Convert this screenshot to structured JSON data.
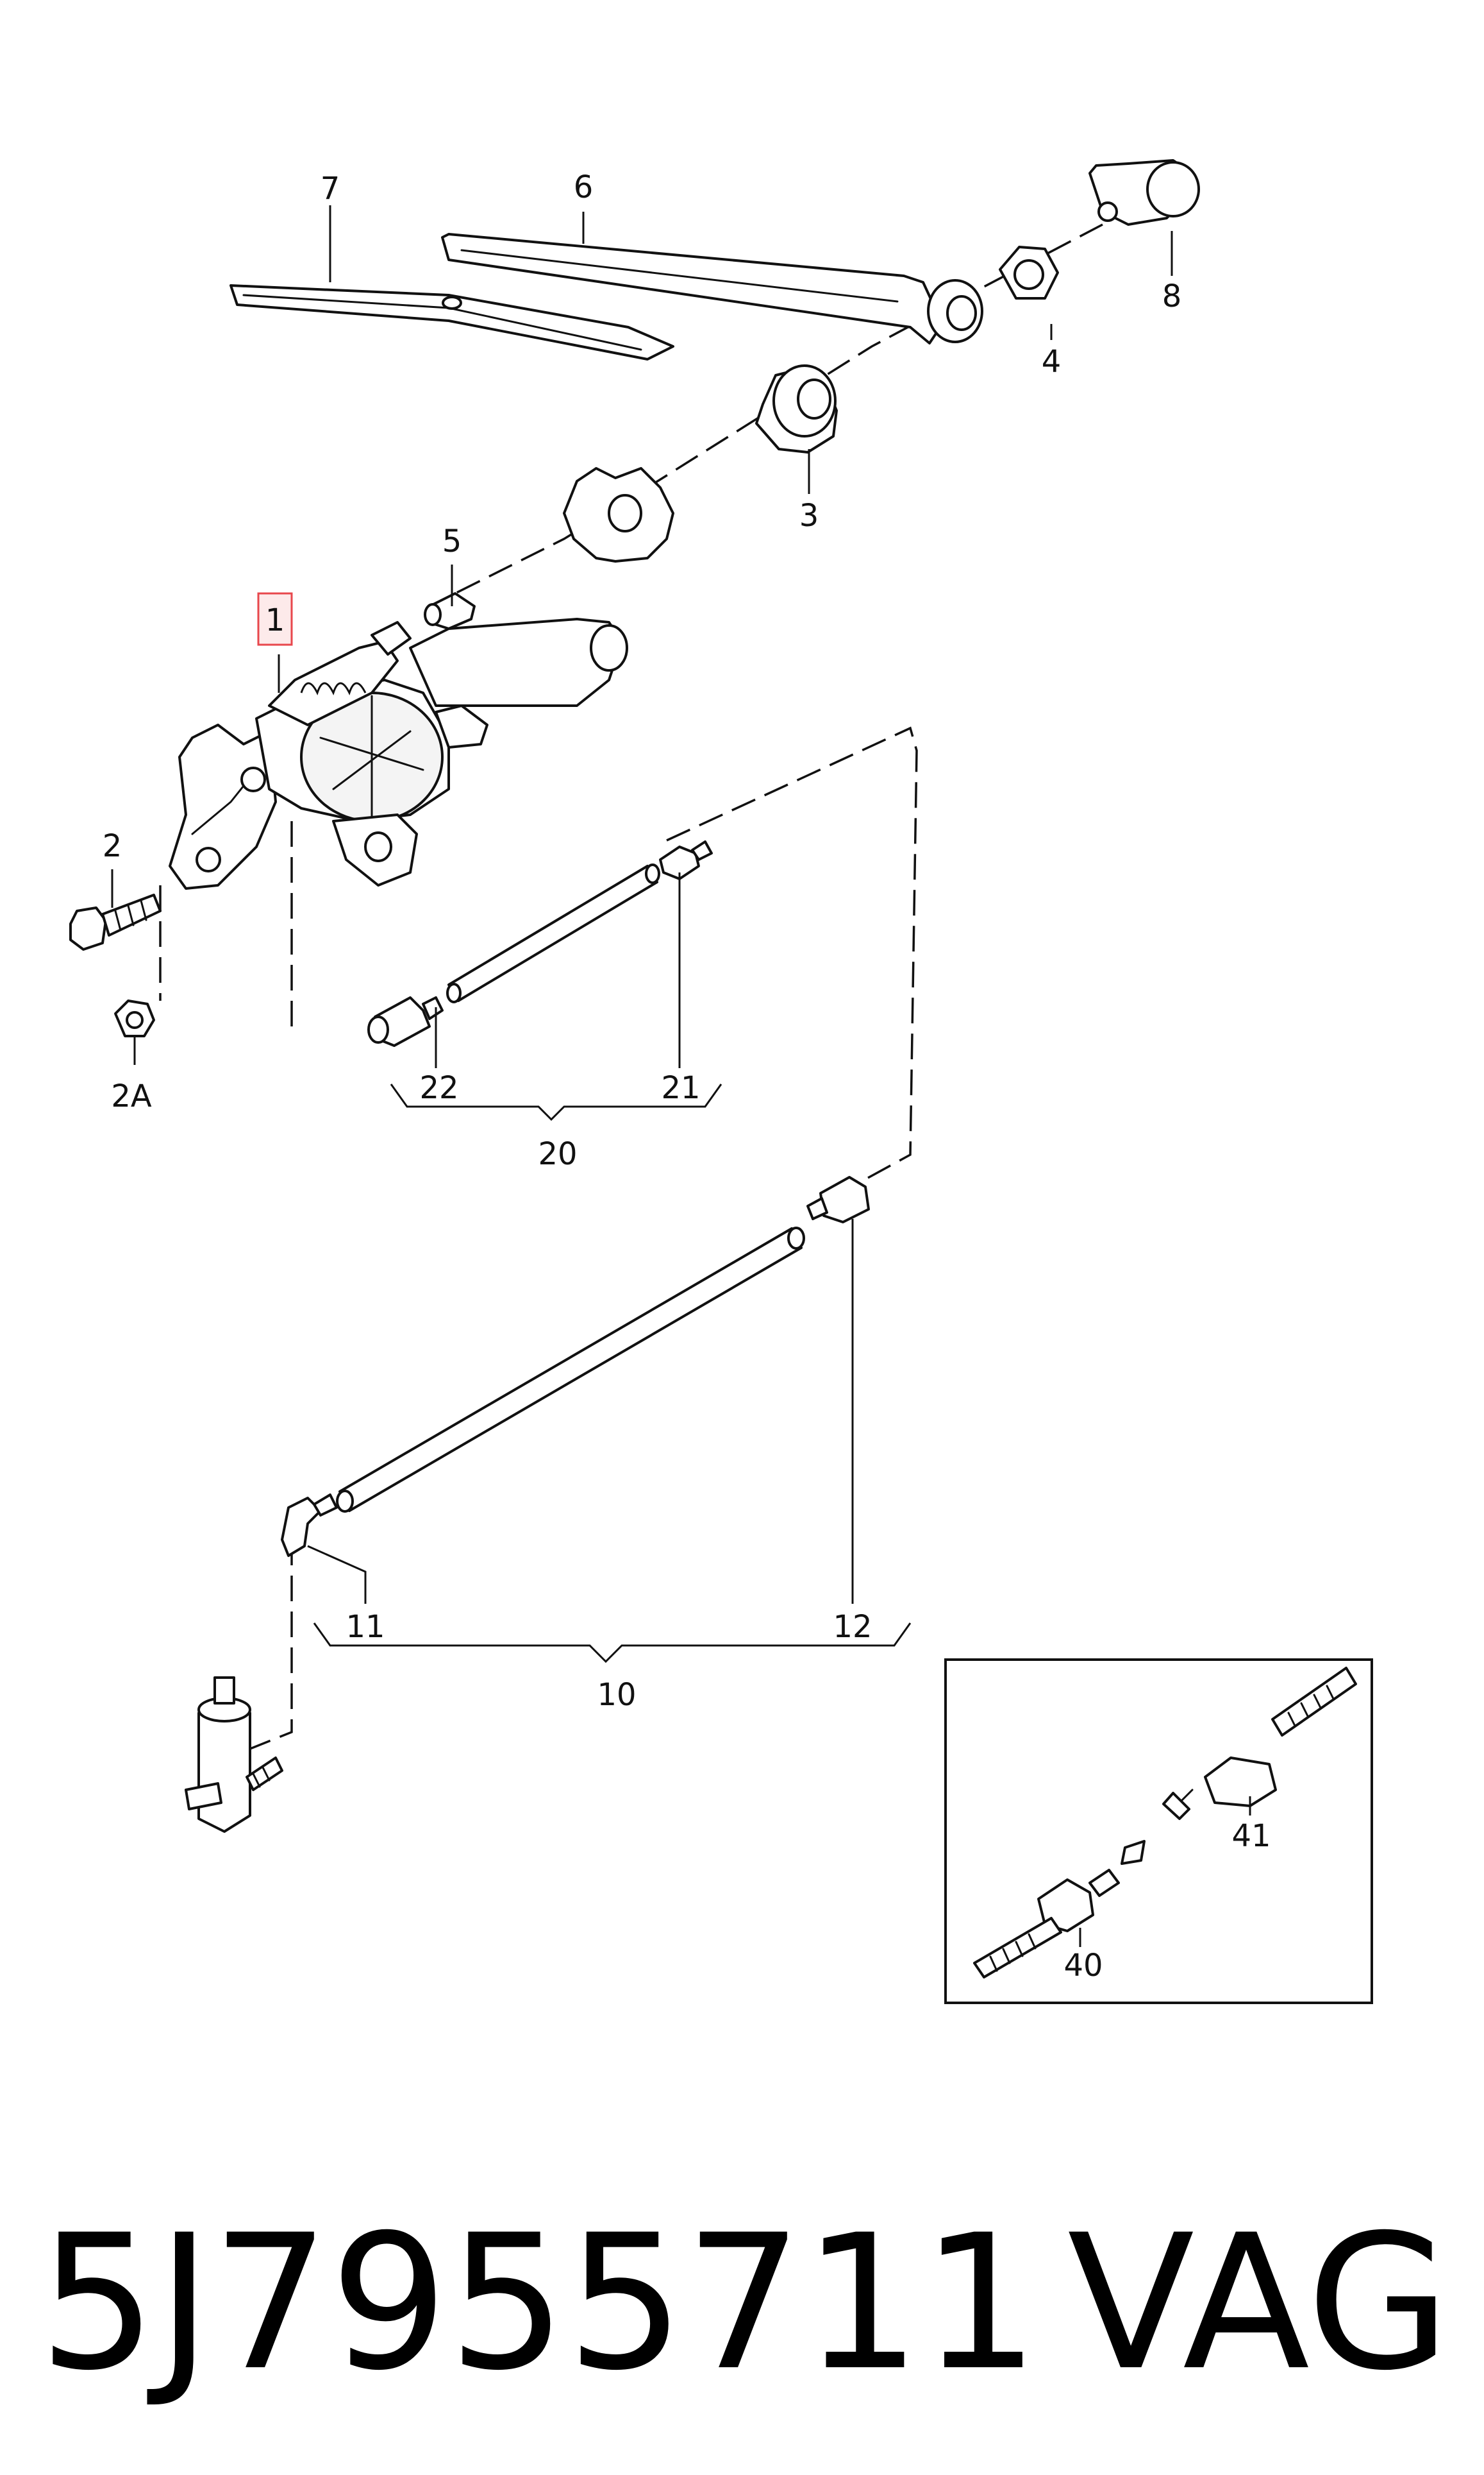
{
  "callouts": {
    "c1": "1",
    "c2": "2",
    "c2a": "2A",
    "c3": "3",
    "c4": "4",
    "c5": "5",
    "c6": "6",
    "c7": "7",
    "c8": "8",
    "c10": "10",
    "c11": "11",
    "c12": "12",
    "c20": "20",
    "c21": "21",
    "c22": "22",
    "c40": "40",
    "c41": "41"
  },
  "highlight_color": "#e8474c",
  "footer": {
    "part_number": "5J7955711",
    "brand": "VAG"
  }
}
